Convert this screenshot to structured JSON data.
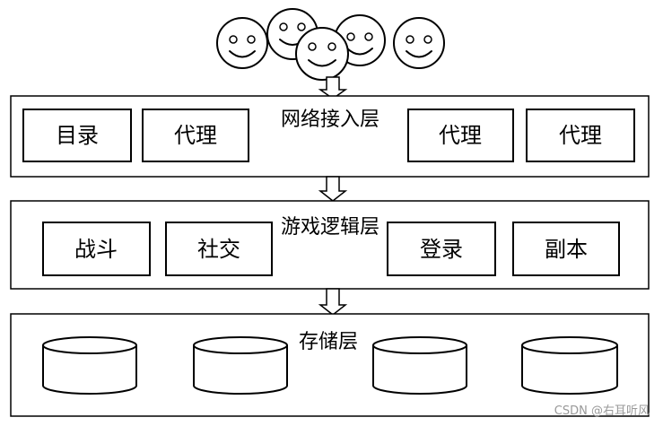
{
  "layers": [
    {
      "title": "网络接入层",
      "modules": [
        "目录",
        "代理",
        "代理",
        "代理"
      ]
    },
    {
      "title": "游戏逻辑层",
      "modules": [
        "战斗",
        "社交",
        "登录",
        "副本"
      ]
    },
    {
      "title": "存储层",
      "modules": []
    }
  ],
  "watermark": "CSDN @右耳听风",
  "icons": {
    "users": "smiley-face-icon",
    "storage": "database-cylinder-icon",
    "flow": "down-arrow-icon"
  }
}
